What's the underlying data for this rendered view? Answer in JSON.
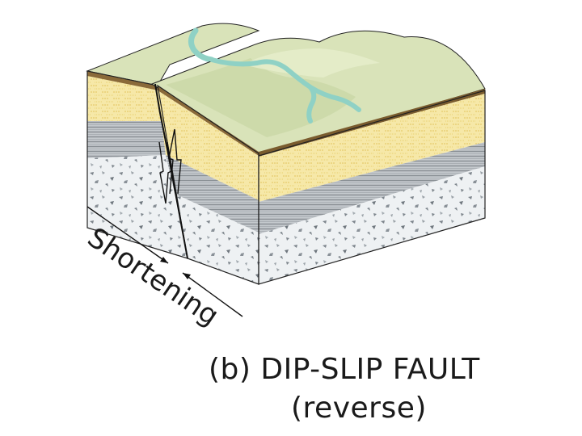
{
  "figure": {
    "direction_label": "Shortening",
    "caption_line1": "(b) DIP-SLIP FAULT",
    "caption_line2": "(reverse)"
  },
  "colors": {
    "surface": "#d9e3b9",
    "surface_shadow": "#b9c997",
    "river": "#8fd1c5",
    "soil": "#8a6a3a",
    "sandstone": "#f6e8a8",
    "sandstone_lines": "#e2c45e",
    "shale": "#b9bec2",
    "shale_lines": "#8a9095",
    "rock": "#eef1f3",
    "rock_specks": "#7d858c",
    "outline": "#222222"
  }
}
